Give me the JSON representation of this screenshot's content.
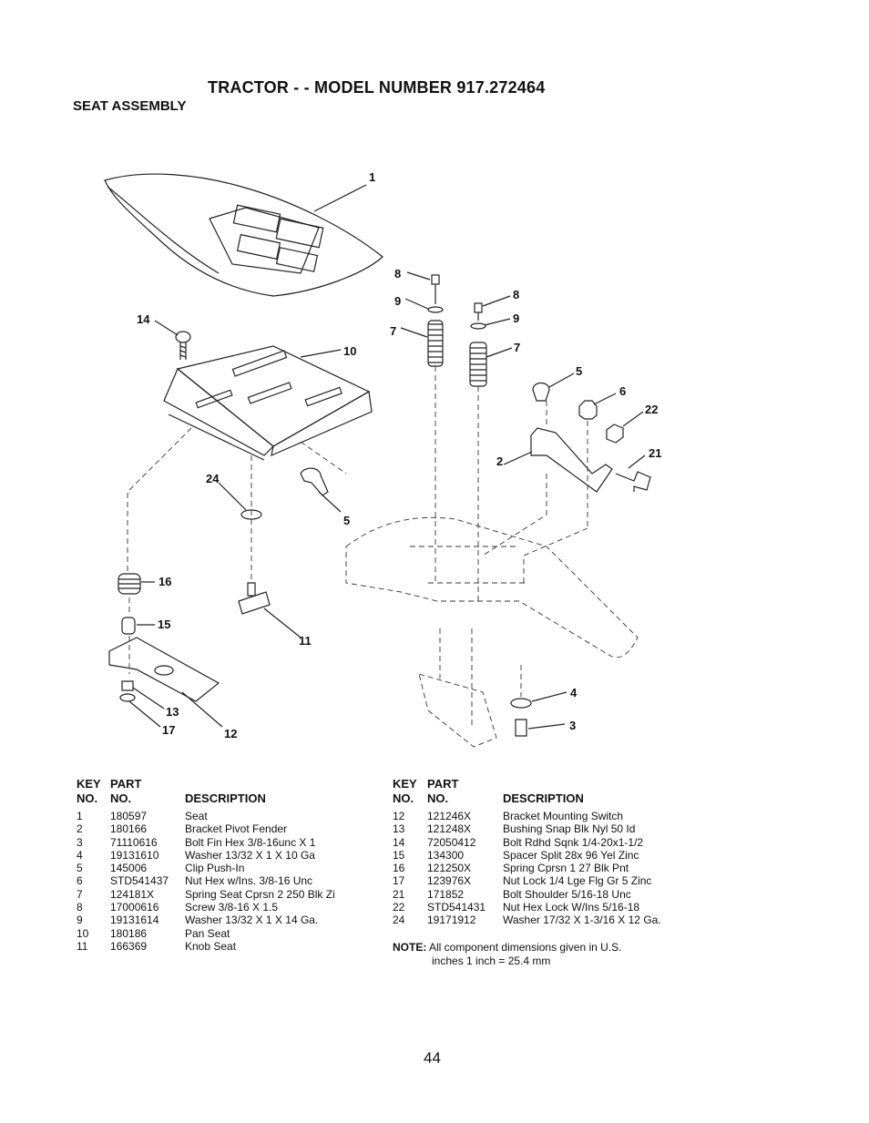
{
  "header": {
    "title": "TRACTOR - - MODEL NUMBER 917.272464",
    "subtitle": "SEAT ASSEMBLY"
  },
  "callouts": {
    "c1": "1",
    "c2": "2",
    "c3": "3",
    "c4": "4",
    "c5a": "5",
    "c5b": "5",
    "c6": "6",
    "c7a": "7",
    "c7b": "7",
    "c8a": "8",
    "c8b": "8",
    "c9a": "9",
    "c9b": "9",
    "c10": "10",
    "c11": "11",
    "c12": "12",
    "c13": "13",
    "c14": "14",
    "c15": "15",
    "c16": "16",
    "c17": "17",
    "c21": "21",
    "c22": "22",
    "c24": "24"
  },
  "table_headers": {
    "key1": "KEY",
    "no1": "NO.",
    "part1": "PART",
    "partno1": "NO.",
    "desc1": "DESCRIPTION",
    "key2": "KEY",
    "no2": "NO.",
    "part2": "PART",
    "partno2": "NO.",
    "desc2": "DESCRIPTION"
  },
  "parts_left": [
    {
      "key": "1",
      "part": "180597",
      "desc": "Seat"
    },
    {
      "key": "2",
      "part": "180166",
      "desc": "Bracket Pivot Fender"
    },
    {
      "key": "3",
      "part": "71110616",
      "desc": "Bolt Fin Hex 3/8-16unc X 1"
    },
    {
      "key": "4",
      "part": "19131610",
      "desc": "Washer 13/32 X 1 X 10 Ga"
    },
    {
      "key": "5",
      "part": "145006",
      "desc": "Clip Push-In"
    },
    {
      "key": "6",
      "part": "STD541437",
      "desc": "Nut Hex w/Ins. 3/8-16 Unc"
    },
    {
      "key": "7",
      "part": "124181X",
      "desc": "Spring Seat Cprsn 2 250 Blk Zi"
    },
    {
      "key": "8",
      "part": "17000616",
      "desc": "Screw 3/8-16 X 1.5"
    },
    {
      "key": "9",
      "part": "19131614",
      "desc": "Washer 13/32 X 1 X 14 Ga."
    },
    {
      "key": "10",
      "part": "180186",
      "desc": "Pan Seat"
    },
    {
      "key": "11",
      "part": "166369",
      "desc": "Knob Seat"
    }
  ],
  "parts_right": [
    {
      "key": "12",
      "part": "121246X",
      "desc": "Bracket Mounting Switch"
    },
    {
      "key": "13",
      "part": "121248X",
      "desc": "Bushing Snap Blk Nyl 50 Id"
    },
    {
      "key": "14",
      "part": "72050412",
      "desc": "Bolt Rdhd Sqnk 1/4-20x1-1/2"
    },
    {
      "key": "15",
      "part": "134300",
      "desc": "Spacer Split 28x 96 Yel Zinc"
    },
    {
      "key": "16",
      "part": "121250X",
      "desc": "Spring Cprsn 1 27 Blk Pnt"
    },
    {
      "key": "17",
      "part": "123976X",
      "desc": "Nut Lock 1/4 Lge Flg Gr 5 Zinc"
    },
    {
      "key": "21",
      "part": "171852",
      "desc": "Bolt Shoulder 5/16-18 Unc"
    },
    {
      "key": "22",
      "part": "STD541431",
      "desc": "Nut Hex Lock W/Ins 5/16-18"
    },
    {
      "key": "24",
      "part": "19171912",
      "desc": "Washer 17/32 X 1-3/16 X 12 Ga."
    }
  ],
  "note": {
    "label": "NOTE:",
    "line1": "All component dimensions given in U.S.",
    "line2": "inches 1 inch = 25.4 mm"
  },
  "page_number": "44"
}
